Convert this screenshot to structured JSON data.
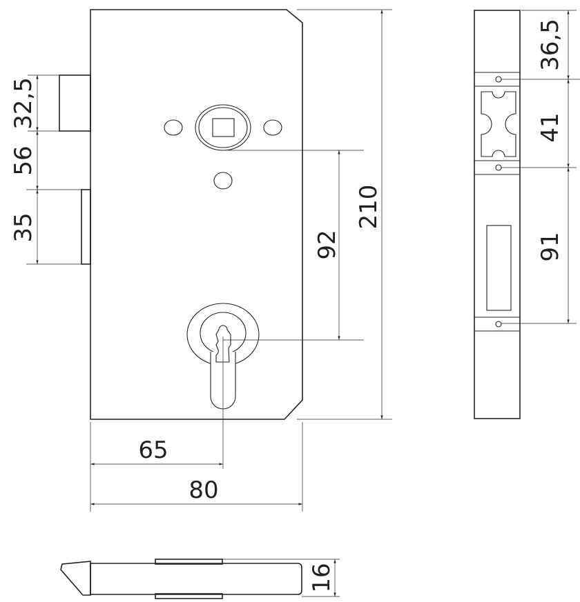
{
  "title": "Mortise lock technical drawing",
  "dimensions": {
    "front": {
      "latch_height": "32,5",
      "latch_to_bolt": "56",
      "bolt_height": "35",
      "spindle_to_cylinder": "92",
      "total_height": "210",
      "backset": "65",
      "total_width": "80"
    },
    "faceplate": {
      "top_offset": "36,5",
      "latch_hole_spacing": "41",
      "bolt_hole_spacing": "91"
    },
    "bottom": {
      "thickness": "16"
    }
  },
  "colors": {
    "line": "#231f20",
    "background": "#ffffff"
  }
}
